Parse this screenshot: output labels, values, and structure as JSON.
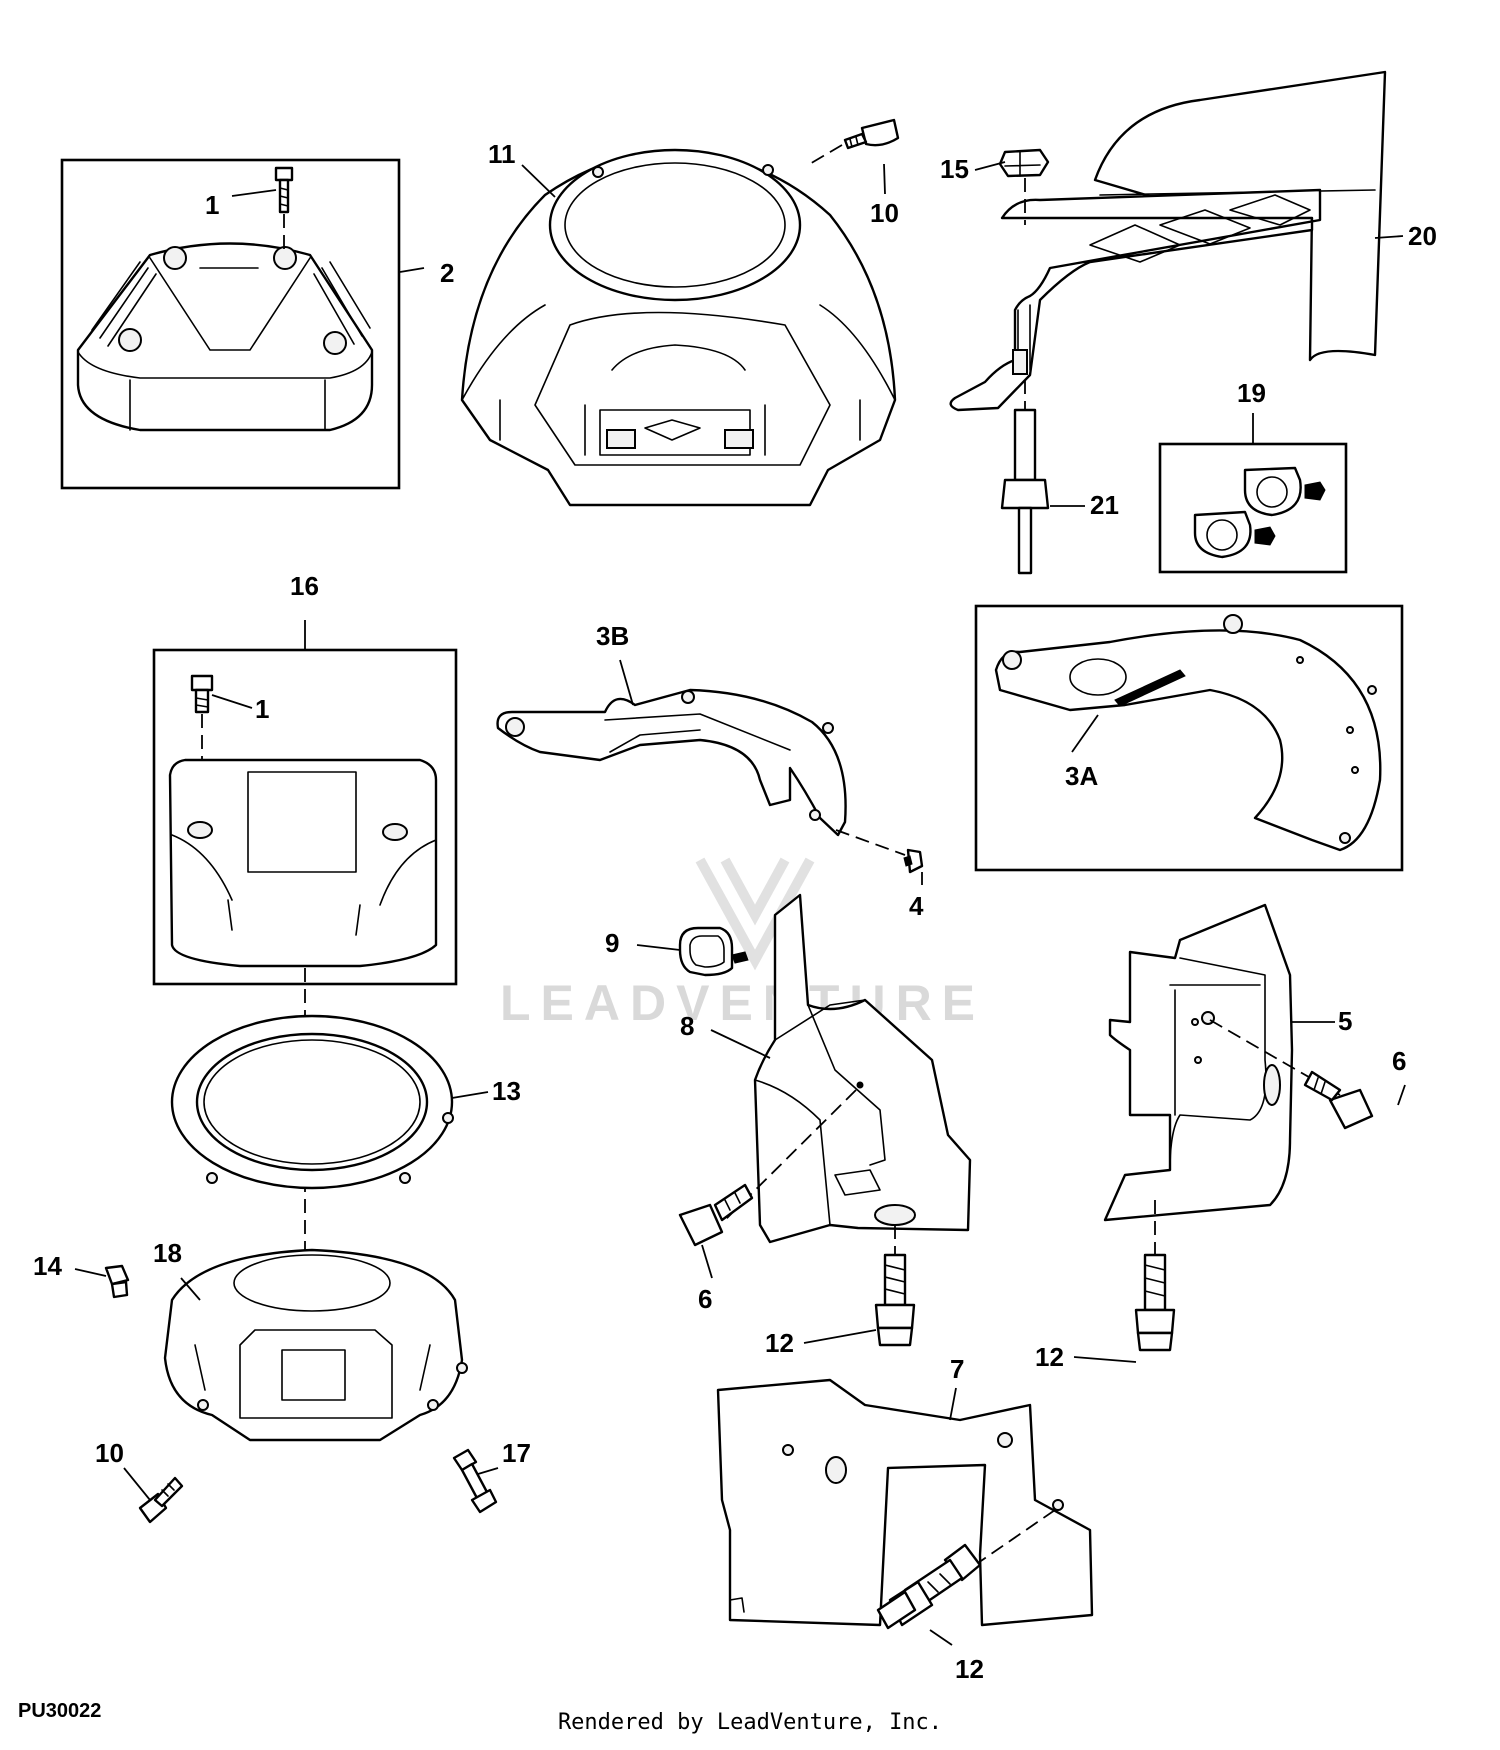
{
  "callouts": {
    "c1a": "1",
    "c2": "2",
    "c11": "11",
    "c10a": "10",
    "c15": "15",
    "c20": "20",
    "c19": "19",
    "c21": "21",
    "c16": "16",
    "c1b": "1",
    "c3b": "3B",
    "c3a": "3A",
    "c4": "4",
    "c9": "9",
    "c8": "8",
    "c5": "5",
    "c6a": "6",
    "c6b": "6",
    "c13": "13",
    "c14": "14",
    "c18": "18",
    "c12a": "12",
    "c12b": "12",
    "c7": "7",
    "c10b": "10",
    "c17": "17",
    "c12c": "12"
  },
  "watermark": {
    "text": "LEADVENTURE"
  },
  "footer": {
    "figure_id": "PU30022",
    "credit": "Rendered by LeadVenture, Inc."
  }
}
